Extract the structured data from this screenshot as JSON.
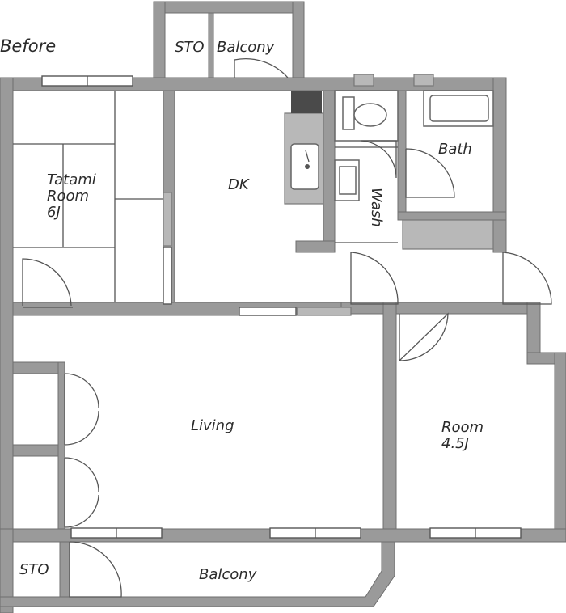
{
  "plan": {
    "heading": "Before",
    "rooms": {
      "storage_top": "STO",
      "balcony_top": "Balcony",
      "tatami_line1": "Tatami",
      "tatami_line2": "Room",
      "tatami_line3": "6J",
      "dk": "DK",
      "bath": "Bath",
      "wash": "Wash",
      "living": "Living",
      "room_line1": "Room",
      "room_line2": "4.5J",
      "storage_bottom": "STO",
      "balcony_bottom": "Balcony"
    },
    "colors": {
      "wall": "#9a9a9a",
      "fixture_gray": "#b8b8b8",
      "line": "#555555"
    }
  }
}
